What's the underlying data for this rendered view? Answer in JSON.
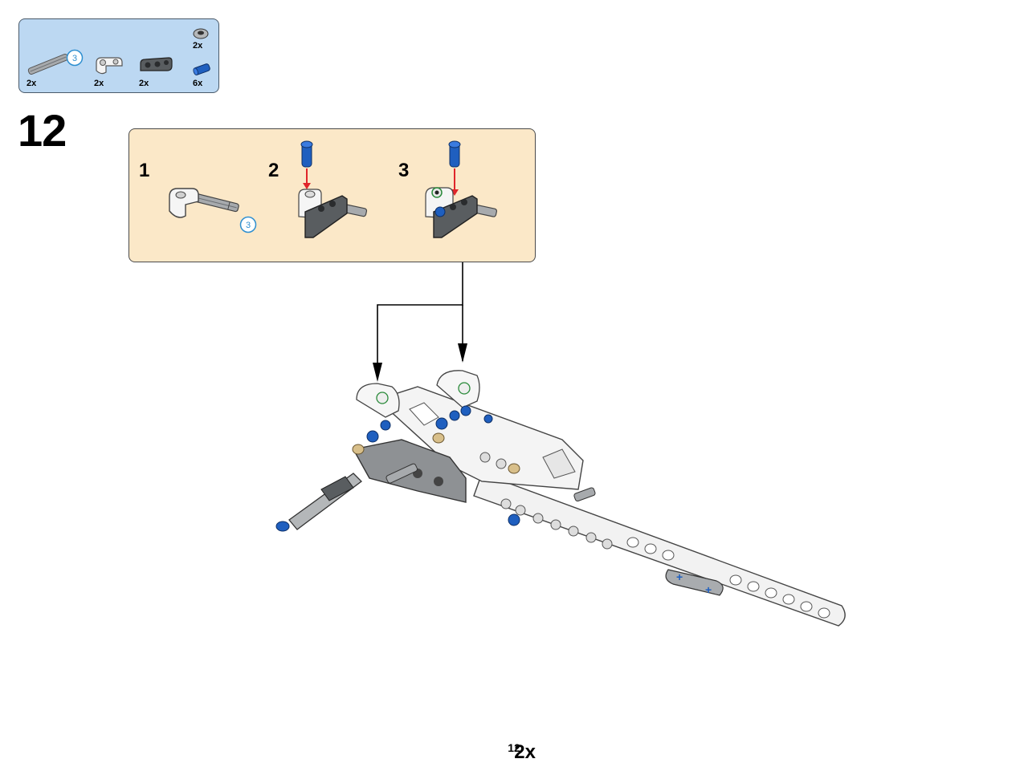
{
  "parts_list": {
    "items": [
      {
        "name": "axle-3-icon",
        "quantity": "2x",
        "axle_length_label": "3"
      },
      {
        "name": "white-connector-icon",
        "quantity": "2x"
      },
      {
        "name": "dark-gray-connector-icon",
        "quantity": "2x"
      },
      {
        "name": "bush-icon",
        "quantity": "2x"
      },
      {
        "name": "blue-pin-icon",
        "quantity": "6x"
      }
    ]
  },
  "step": {
    "number": "12"
  },
  "sub_assembly": {
    "steps": [
      {
        "number": "1",
        "axle_length_label": "3"
      },
      {
        "number": "2"
      },
      {
        "number": "3"
      }
    ],
    "multiplier": "2x"
  },
  "page": {
    "number": "12"
  },
  "colors": {
    "parts_box_bg": "#bcd8f2",
    "sub_box_bg": "#fbe8c8",
    "technic_blue": "#1f5fbf",
    "dark_gray": "#595d60",
    "light_gray": "#b4b7b9",
    "tan": "#d8bf8a",
    "arrow_red": "#e0252a"
  }
}
